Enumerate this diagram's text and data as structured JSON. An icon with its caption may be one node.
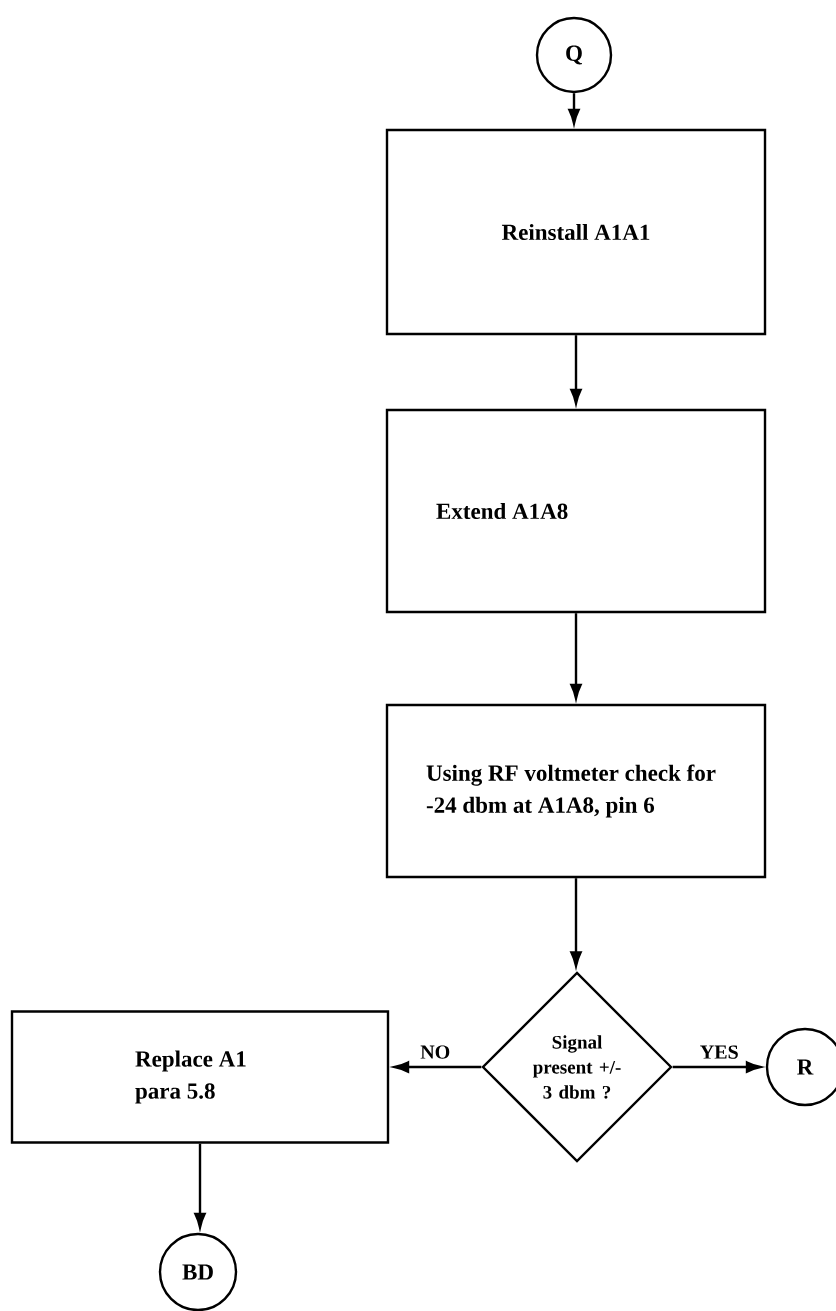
{
  "diagram": {
    "nodes": [
      {
        "text": [
          "Q"
        ]
      },
      {
        "text": [
          "Reinstall A1A1"
        ]
      },
      {
        "text": [
          "Extend A1A8"
        ]
      },
      {
        "text": [
          "Using RF voltmeter check for -24 dbm at A1A8, pin 6"
        ]
      },
      {
        "text": [
          "Signal present +/- 3 dbm ?"
        ]
      },
      {
        "text": [
          "Replace A1 para 5.8"
        ]
      },
      {
        "text": [
          "R"
        ]
      },
      {
        "text": [
          "BD"
        ]
      }
    ],
    "edges": [
      {
        "from": 0,
        "to": 1,
        "arrow": "to"
      },
      {
        "from": 1,
        "to": 2,
        "arrow": "to"
      },
      {
        "from": 2,
        "to": 3,
        "arrow": "to"
      },
      {
        "from": 3,
        "to": 4,
        "arrow": "to"
      },
      {
        "from": 4,
        "to": 5,
        "arrow": "to",
        "label": "NO"
      },
      {
        "from": 4,
        "to": 6,
        "arrow": "to",
        "label": "YES"
      },
      {
        "from": 5,
        "to": 7,
        "arrow": "to"
      }
    ]
  }
}
